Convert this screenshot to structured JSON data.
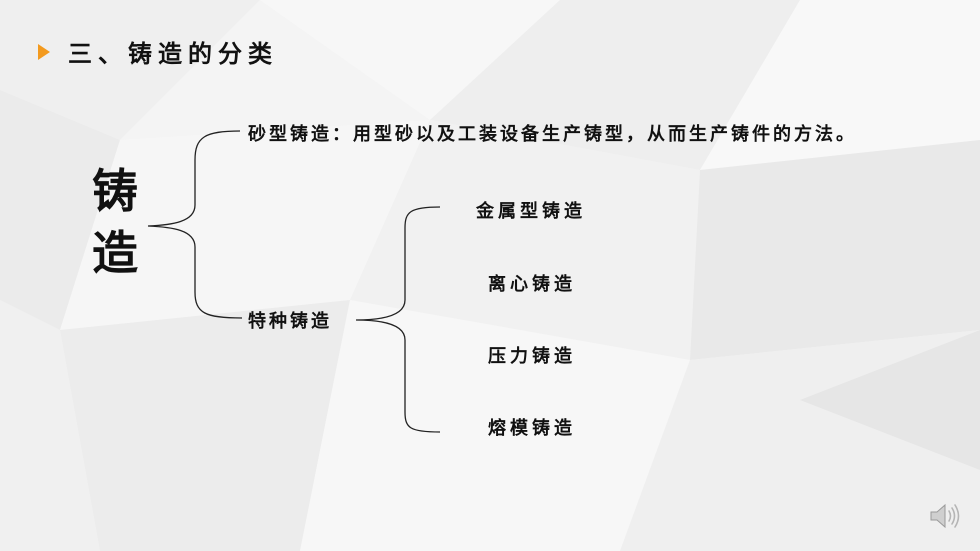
{
  "slide": {
    "heading": "三、铸造的分类"
  },
  "diagram": {
    "root": "铸造",
    "branches": [
      {
        "label": "砂型铸造：用型砂以及工装设备生产铸型，从而生产铸件的方法。"
      },
      {
        "label": "特种铸造",
        "children": [
          "金属型铸造",
          "离心铸造",
          "压力铸造",
          "熔模铸造"
        ]
      }
    ]
  },
  "icons": {
    "bullet": "triangle-bullet-icon",
    "audio": "speaker-icon"
  },
  "colors": {
    "accent": "#f39a1e",
    "background": "#f4f4f4"
  }
}
